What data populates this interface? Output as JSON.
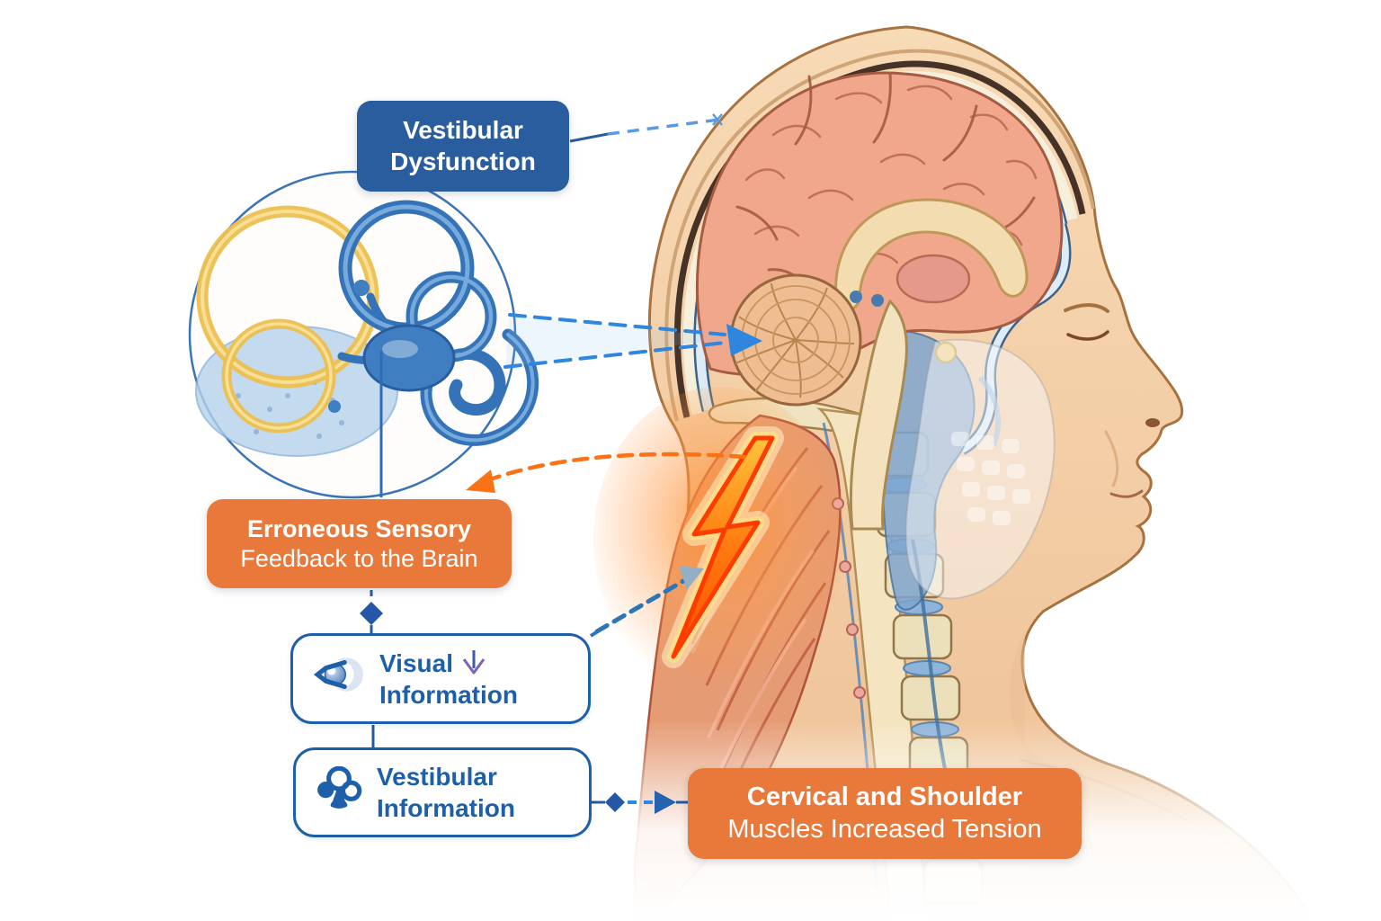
{
  "labels": {
    "vestibular_dysfunction": {
      "line1": "Vestibular",
      "line2": "Dysfunction"
    },
    "erroneous_feedback": {
      "line1": "Erroneous Sensory",
      "line2": "Feedback to the Brain"
    },
    "visual_information": {
      "line1": "Visual",
      "line2": "Information"
    },
    "vestibular_information": {
      "line1": "Vestibular",
      "line2": "Information"
    },
    "cervical_tension": {
      "line1": "Cervical and Shoulder",
      "line2": "Muscles Increased Tension"
    }
  },
  "icons": {
    "eye": "eye-icon",
    "vestibular": "vestibular-canals-icon",
    "down_arrow": "down-arrow-icon",
    "lightning_bolt": "lightning-bolt-icon",
    "inner_ear_inset": "inner-ear-labyrinth-illustration",
    "head": "sagittal-head-anatomy-illustration"
  },
  "colors": {
    "blue_label_bg": "#2a5d9e",
    "orange_label_bg": "#e8793a",
    "info_box_border": "#1d5fa8",
    "info_box_text": "#1d5fa8",
    "label_text": "#ffffff",
    "arrow_blue": "#2e86de",
    "arrow_orange": "#f97316",
    "bolt_orange": "#ff6a00"
  },
  "connections": [
    {
      "from": "vestibular-dysfunction-label",
      "to": "skull",
      "style": "dashed-line",
      "color": "#5a9ae0"
    },
    {
      "from": "inner-ear-inset",
      "to": "cerebellum",
      "style": "dashed-arrow",
      "color": "#2e86de"
    },
    {
      "from": "inner-ear-inset",
      "to": "erroneous-feedback-label",
      "style": "solid-line",
      "color": "#2e6db5"
    },
    {
      "from": "neck-tension-flash",
      "to": "erroneous-feedback-label",
      "style": "dashed-curved-arrow",
      "color": "#f97316"
    },
    {
      "from": "erroneous-feedback-label",
      "to": "visual-information-label",
      "style": "diamond-connector",
      "color": "#2458a6"
    },
    {
      "from": "visual-information-label",
      "to": "vestibular-information-label",
      "style": "solid-line",
      "color": "#2458a6"
    },
    {
      "from": "visual-information-label",
      "to": "neck-tension-flash",
      "style": "dashed-arrow",
      "color": "#2e75b6"
    },
    {
      "from": "vestibular-information-label",
      "to": "cervical-tension-label",
      "style": "diamond-dashed-arrow",
      "color": "#2563b0"
    }
  ]
}
